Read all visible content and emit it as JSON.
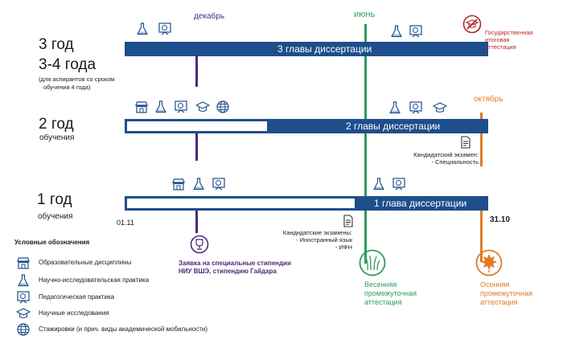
{
  "colors": {
    "bar": "#1f4e8c",
    "december": "#4b2a7b",
    "june": "#2e9c5a",
    "october": "#e07b24",
    "attestation": "#b02828"
  },
  "months": {
    "december": "декабрь",
    "june": "июнь",
    "october": "октябрь"
  },
  "years": {
    "y3_title": "3 год",
    "y3_alt": "3-4 года",
    "y3_note_1": "(для аспирантов со сроком",
    "y3_note_2": "обучения 4 года)",
    "y3_bar": "3 главы диссертации",
    "y2_title": "2 год",
    "y2_sub": "обучения",
    "y2_bar": "2 главы диссертации",
    "y1_title": "1 год",
    "y1_sub": "обучения",
    "y1_bar": "1 глава диссертации"
  },
  "dates": {
    "start": "01.11",
    "end": "31.10"
  },
  "events": {
    "state_attestation_1": "Государственная",
    "state_attestation_2": "итоговая",
    "state_attestation_3": "аттестация",
    "exam_specialty_1": "Кандидатский экзамен:",
    "exam_specialty_2": "- Специальность",
    "exam_foreign_1": "Кандидатские экзамены:",
    "exam_foreign_2": "- Иностранный язык",
    "exam_foreign_3": "- ИФН",
    "scholarship_1": "Заявка на специальные стипендии",
    "scholarship_2": "НИУ ВШЭ, стипендию Гайдара",
    "spring_1": "Весенняя",
    "spring_2": "промежуточная",
    "spring_3": "аттестация",
    "autumn_1": "Осенняя",
    "autumn_2": "промежуточная",
    "autumn_3": "аттестация"
  },
  "legend": {
    "title": "Условные обозначения",
    "items": [
      {
        "icon": "shop-icon",
        "label": "Образовательные дисциплины"
      },
      {
        "icon": "flask-icon",
        "label": "Научно-исследовательская практика"
      },
      {
        "icon": "board-icon",
        "label": "Педагогическая практика"
      },
      {
        "icon": "graduate-icon",
        "label": "Научные исследования"
      },
      {
        "icon": "globe-icon",
        "label": "Стажировки (и прич. виды академической мобильности)"
      }
    ]
  }
}
